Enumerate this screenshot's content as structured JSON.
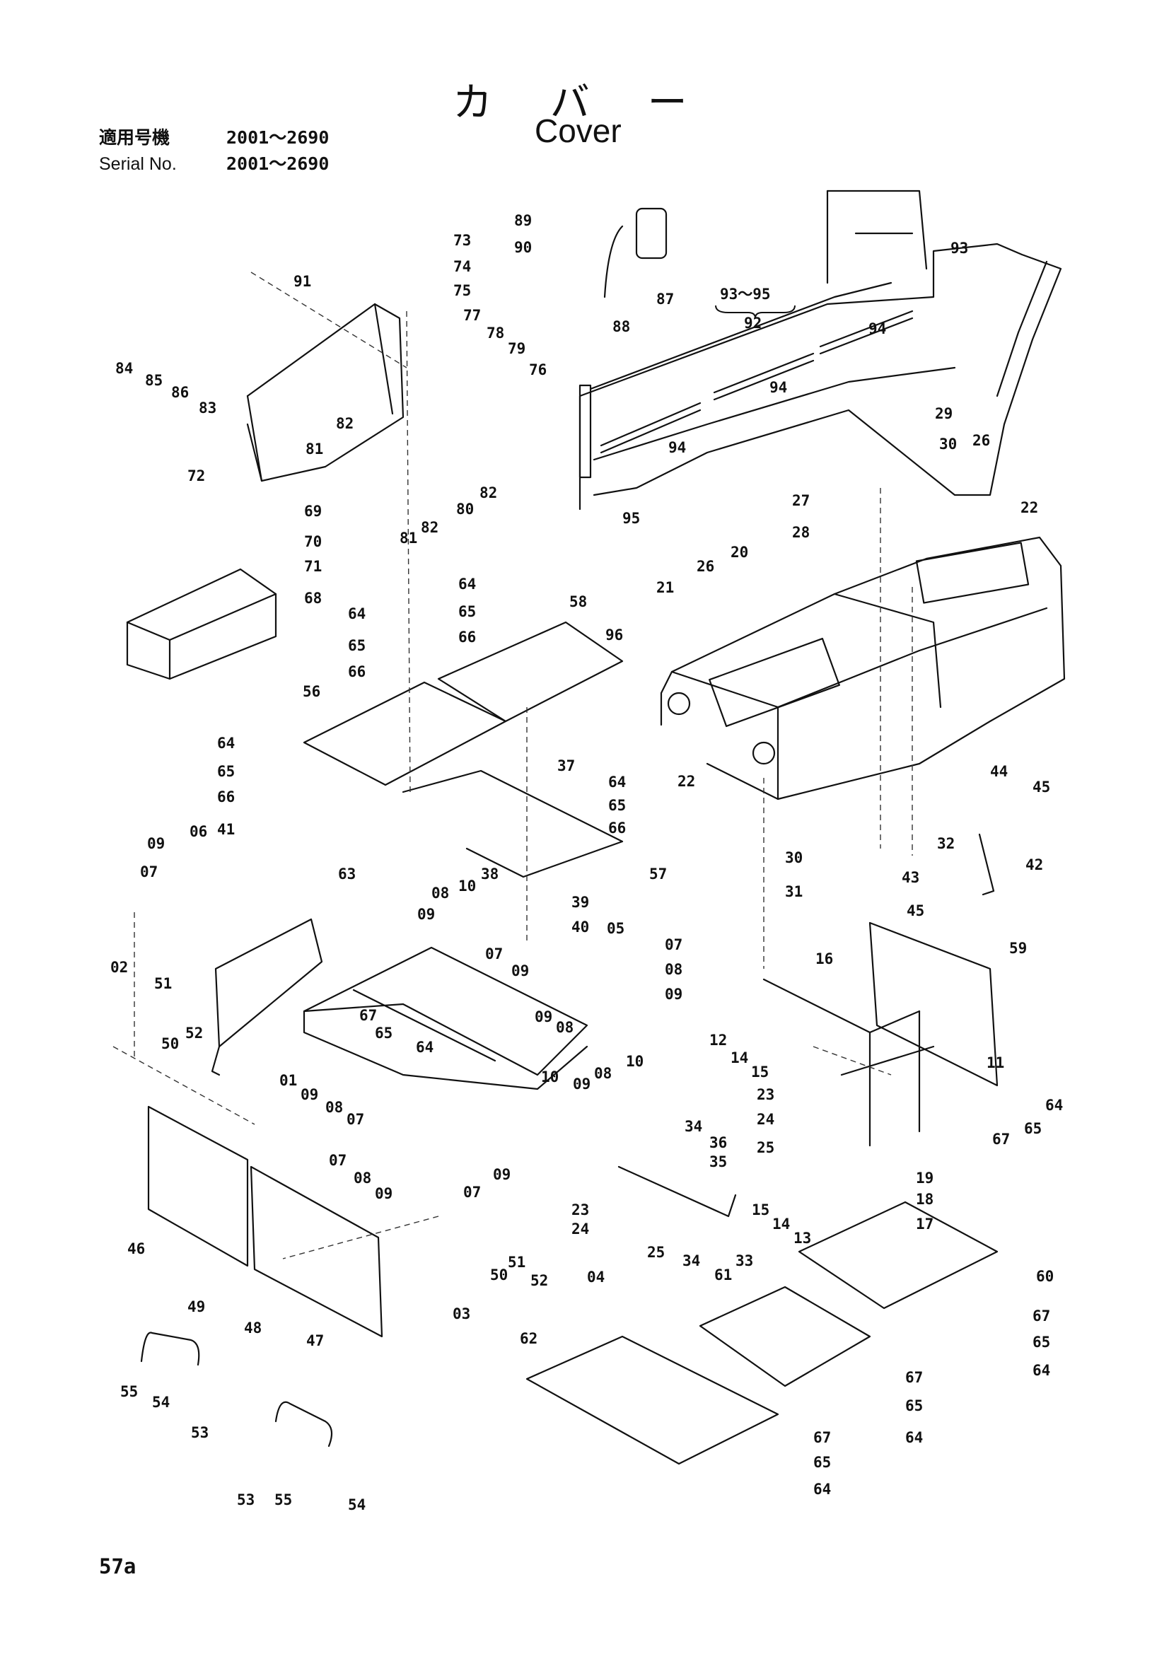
{
  "title_jp": "カ バ ー",
  "title_en": "Cover",
  "serial_jp": {
    "label": "適用号機",
    "value": "2001～2690"
  },
  "serial_en": {
    "label": "Serial No.",
    "value": "2001～2690"
  },
  "page_number": "57a",
  "group_label": {
    "range": "93～95",
    "number": "92"
  }
}
